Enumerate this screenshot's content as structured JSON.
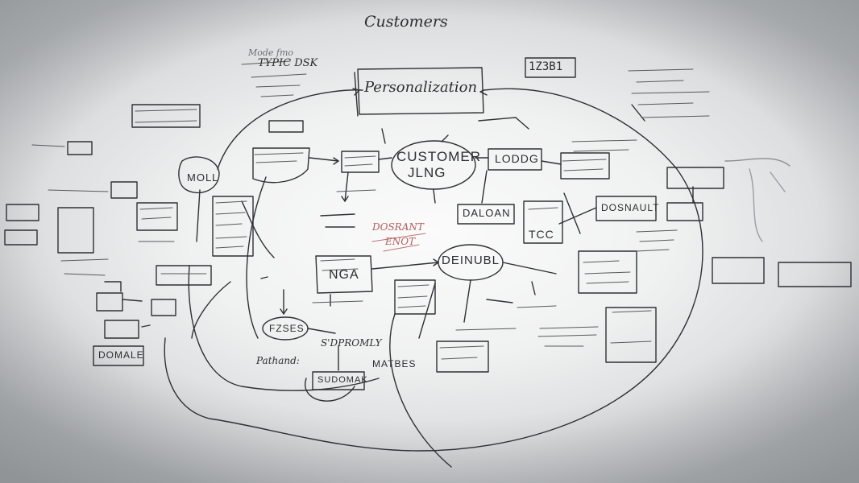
{
  "board": {
    "title": "Customers",
    "personalization": "Personalization",
    "customer_line1": "CUSTOMER",
    "customer_line2": "JLNG",
    "id_box": "1Z3B1",
    "dennal": "DEINUBL",
    "mall": "MOLL",
    "nga": "NGA",
    "dalon": "DALOAN",
    "lodg": "LODDG",
    "tcc": "TCC",
    "dossalt": "DOSNAULT",
    "fzses": "FZSES",
    "pathand": "Pathand:",
    "matbes": "MATBES",
    "sudomak": "SUDOMAK",
    "domale": "DOMALE",
    "spromly": "S'DPROMLY",
    "red_note_line1": "DOSRANT",
    "red_note_line2": "ENOT",
    "tool_dsk": "TYPIC DSK",
    "rovy_top": "Mode fmo"
  }
}
